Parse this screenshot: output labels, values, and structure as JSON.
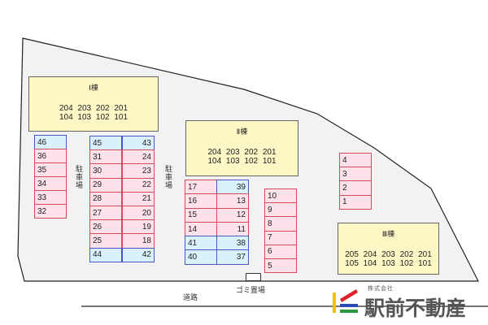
{
  "buildings": [
    {
      "name": "Ⅰ棟",
      "upper": "204 203 202 201",
      "lower": "104 103 102 101"
    },
    {
      "name": "Ⅱ棟",
      "upper": "204 203 202 201",
      "lower": "104 103 102 101"
    },
    {
      "name": "Ⅲ棟",
      "upper": "205 204 203 202 201",
      "lower": "105 104 103 102 101"
    }
  ],
  "parking_columns": [
    {
      "cells": [
        {
          "n": "46",
          "c": "b"
        },
        {
          "n": "36",
          "c": "p"
        },
        {
          "n": "35",
          "c": "p"
        },
        {
          "n": "34",
          "c": "p"
        },
        {
          "n": "33",
          "c": "p"
        },
        {
          "n": "32",
          "c": "p"
        }
      ]
    },
    {
      "cells": [
        {
          "n": "45",
          "c": "b"
        },
        {
          "n": "31",
          "c": "p"
        },
        {
          "n": "30",
          "c": "p"
        },
        {
          "n": "29",
          "c": "p"
        },
        {
          "n": "28",
          "c": "p"
        },
        {
          "n": "27",
          "c": "p"
        },
        {
          "n": "26",
          "c": "p"
        },
        {
          "n": "25",
          "c": "p"
        },
        {
          "n": "44",
          "c": "b"
        }
      ]
    },
    {
      "cells": [
        {
          "n": "43",
          "c": "b"
        },
        {
          "n": "24",
          "c": "p"
        },
        {
          "n": "23",
          "c": "p"
        },
        {
          "n": "22",
          "c": "p"
        },
        {
          "n": "21",
          "c": "p"
        },
        {
          "n": "20",
          "c": "p"
        },
        {
          "n": "19",
          "c": "p"
        },
        {
          "n": "18",
          "c": "p"
        },
        {
          "n": "42",
          "c": "b"
        }
      ]
    },
    {
      "cells": [
        {
          "n": "17",
          "c": "p"
        },
        {
          "n": "16",
          "c": "p"
        },
        {
          "n": "15",
          "c": "p"
        },
        {
          "n": "14",
          "c": "p"
        },
        {
          "n": "41",
          "c": "b"
        },
        {
          "n": "40",
          "c": "b"
        }
      ]
    },
    {
      "cells": [
        {
          "n": "39",
          "c": "b"
        },
        {
          "n": "13",
          "c": "p"
        },
        {
          "n": "12",
          "c": "p"
        },
        {
          "n": "11",
          "c": "p"
        },
        {
          "n": "38",
          "c": "b"
        },
        {
          "n": "37",
          "c": "b"
        }
      ]
    },
    {
      "cells": [
        {
          "n": "10",
          "c": "p"
        },
        {
          "n": "9",
          "c": "p"
        },
        {
          "n": "8",
          "c": "p"
        },
        {
          "n": "7",
          "c": "p"
        },
        {
          "n": "6",
          "c": "p"
        },
        {
          "n": "5",
          "c": "p"
        }
      ]
    },
    {
      "cells": [
        {
          "n": "4",
          "c": "p"
        },
        {
          "n": "3",
          "c": "p"
        },
        {
          "n": "2",
          "c": "p"
        },
        {
          "n": "1",
          "c": "p"
        }
      ]
    }
  ],
  "labels": {
    "parking": "駐車場",
    "parking2": "駐車場",
    "garbage": "ゴミ置場",
    "road": "道路"
  },
  "logo": {
    "company_type": "株式会社",
    "name": "駅前不動産"
  }
}
